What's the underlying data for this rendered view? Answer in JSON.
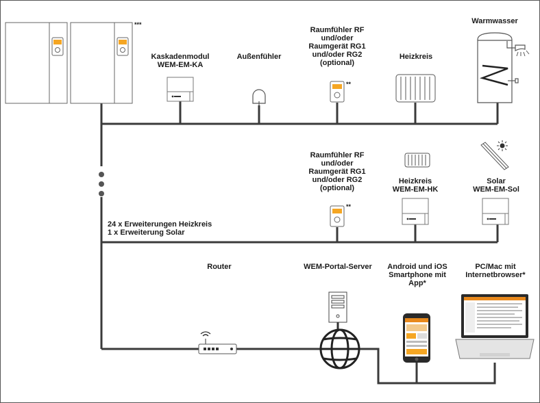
{
  "colors": {
    "line": "#3a3a3a",
    "device_stroke": "#5a5a5a",
    "display_orange": "#f5a623",
    "screen_orange": "#e8891d",
    "dark_body": "#2a2a2a"
  },
  "row1": {
    "boiler_note": "***",
    "cascade": {
      "line1": "Kaskadenmodul",
      "line2": "WEM-EM-KA"
    },
    "outdoor": {
      "label": "Außenfühler"
    },
    "room": {
      "lines": [
        "Raumfühler RF",
        "und/oder",
        "Raumgerät RG1",
        "und/oder RG2",
        "(optional)"
      ],
      "note": "**"
    },
    "heating": {
      "label": "Heizkreis"
    },
    "hotwater": {
      "label": "Warmwasser"
    }
  },
  "row2": {
    "room": {
      "lines": [
        "Raumfühler RF",
        "und/oder",
        "Raumgerät RG1",
        "und/oder RG2",
        "(optional)"
      ],
      "note": "**"
    },
    "heating": {
      "line1": "Heizkreis",
      "line2": "WEM-EM-HK"
    },
    "solar": {
      "line1": "Solar",
      "line2": "WEM-EM-Sol"
    },
    "extensions": {
      "line1": "24 x Erweiterungen Heizkreis",
      "line2": "1 x Erweiterung Solar"
    }
  },
  "row3": {
    "router": {
      "label": "Router"
    },
    "server": {
      "label": "WEM-Portal-Server"
    },
    "phone": {
      "lines": [
        "Android und iOS",
        "Smartphone mit",
        "App*"
      ]
    },
    "pc": {
      "lines": [
        "PC/Mac mit",
        "Internetbrowser*"
      ]
    }
  }
}
